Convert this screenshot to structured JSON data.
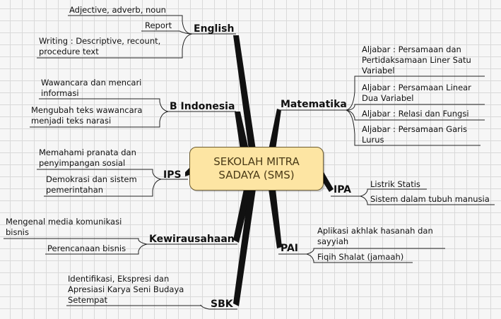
{
  "center": {
    "title": "SEKOLAH MITRA\nSADAYA (SMS)"
  },
  "topics": [
    {
      "key": "english",
      "label": "English",
      "items": [
        "Adjective, adverb, noun",
        "Report",
        "Writing : Descriptive, recount,\nprocedure text"
      ]
    },
    {
      "key": "bindonesia",
      "label": "B Indonesia",
      "items": [
        "Wawancara dan mencari\ninformasi",
        "Mengubah teks wawancara\nmenjadi teks narasi"
      ]
    },
    {
      "key": "ips",
      "label": "IPS",
      "items": [
        "Memahami pranata dan\npenyimpangan sosial",
        "Demokrasi dan sistem\npemerintahan"
      ]
    },
    {
      "key": "kewirausahaan",
      "label": "Kewirausahaan",
      "items": [
        "Mengenal media komunikasi\nbisnis",
        "Perencanaan bisnis"
      ]
    },
    {
      "key": "sbk",
      "label": "SBK",
      "items": [
        "Identifikasi, Ekspresi dan\nApresiasi Karya Seni Budaya\nSetempat"
      ]
    },
    {
      "key": "matematika",
      "label": "Matematika",
      "items": [
        "Aljabar : Persamaan dan\nPertidaksamaan Liner Satu\nVariabel",
        "Aljabar : Persamaan Linear\nDua Variabel",
        "Aljabar : Relasi dan Fungsi",
        "Aljabar : Persamaan Garis\nLurus"
      ]
    },
    {
      "key": "ipa",
      "label": "IPA",
      "items": [
        "Listrik Statis",
        "Sistem dalam tubuh manusia"
      ]
    },
    {
      "key": "pai",
      "label": "PAI",
      "items": [
        "Aplikasi akhlak hasanah dan\nsayyiah",
        "Fiqih Shalat (jamaah)"
      ]
    }
  ]
}
